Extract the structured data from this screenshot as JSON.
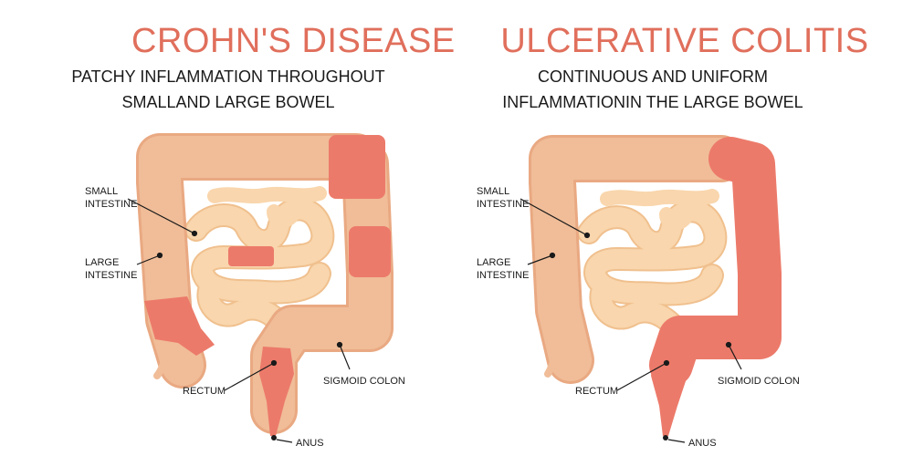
{
  "left": {
    "title": "CROHN'S DISEASE",
    "subtitle_line1": "PATCHY INFLAMMATION THROUGHOUT",
    "subtitle_line2": "SMALLAND LARGE BOWEL",
    "labels": {
      "small_1": "SMALL",
      "small_2": "INTESTINE",
      "large_1": "LARGE",
      "large_2": "INTESTINE",
      "rectum": "RECTUM",
      "sigmoid": "SIGMOID COLON",
      "anus": "ANUS"
    }
  },
  "right": {
    "title": "ULCERATIVE COLITIS",
    "subtitle_line1": "CONTINUOUS AND UNIFORM",
    "subtitle_line2": "INFLAMMATIONIN THE LARGE BOWEL",
    "labels": {
      "small_1": "SMALL",
      "small_2": "INTESTINE",
      "large_1": "LARGE",
      "large_2": "INTESTINE",
      "rectum": "RECTUM",
      "sigmoid": "SIGMOID COLON",
      "anus": "ANUS"
    }
  },
  "colors": {
    "healthy_colon": "#f0bd98",
    "colon_outline": "#e9a982",
    "inflamed": "#ec7a6a",
    "small_intestine": "#f9d6ad",
    "small_outline": "#f0c08e",
    "title": "#e06f5c",
    "text": "#1a1a1a"
  }
}
